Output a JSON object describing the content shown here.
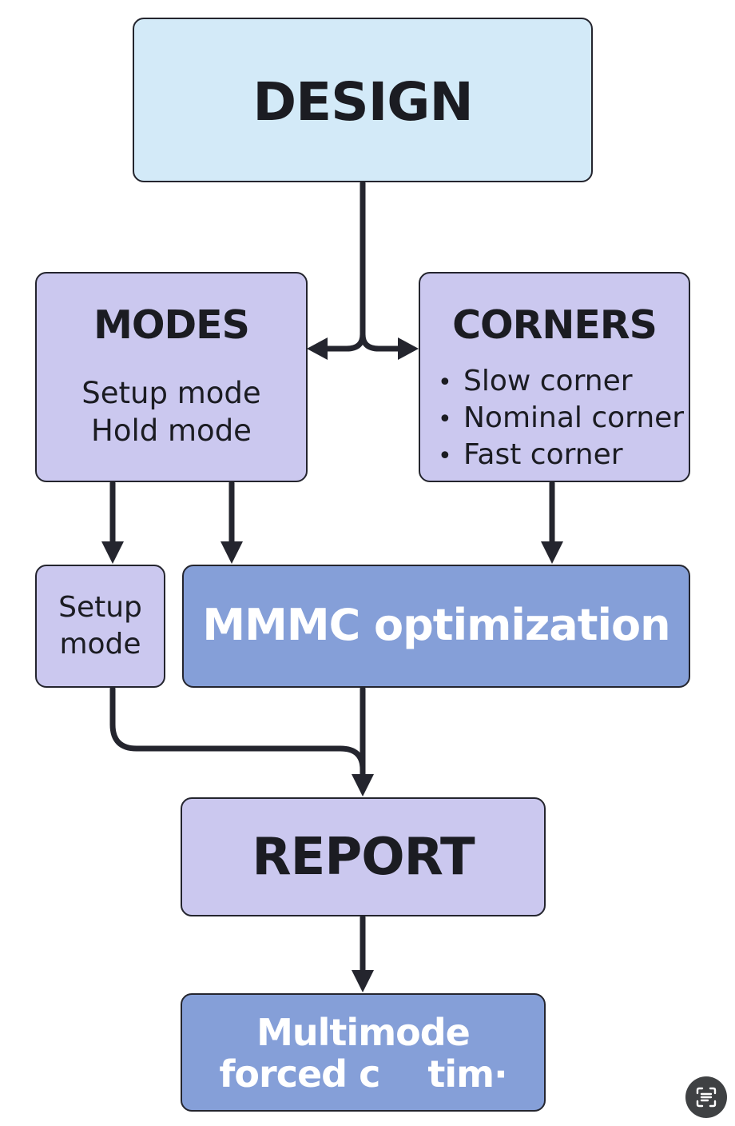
{
  "design": {
    "title": "DESIGN"
  },
  "modes": {
    "title": "MODES",
    "items": [
      "Setup mode",
      "Hold mode"
    ]
  },
  "corners": {
    "title": "CORNERS",
    "bullet": "•",
    "items": [
      "Slow corner",
      "Nominal corner",
      "Fast corner"
    ]
  },
  "setup_box": {
    "label": "Setup mode"
  },
  "mmmc": {
    "title": "MMMC optimization"
  },
  "report": {
    "title": "REPORT"
  },
  "multimode": {
    "line1": "Multimode",
    "line2": "forced c    tim·"
  },
  "overlay": {
    "icon": "scan-text-icon"
  },
  "colors": {
    "light_blue": "#d3eaf8",
    "lavender": "#cbc8ef",
    "periwinkle": "#859fd8",
    "stroke": "#24252e"
  }
}
